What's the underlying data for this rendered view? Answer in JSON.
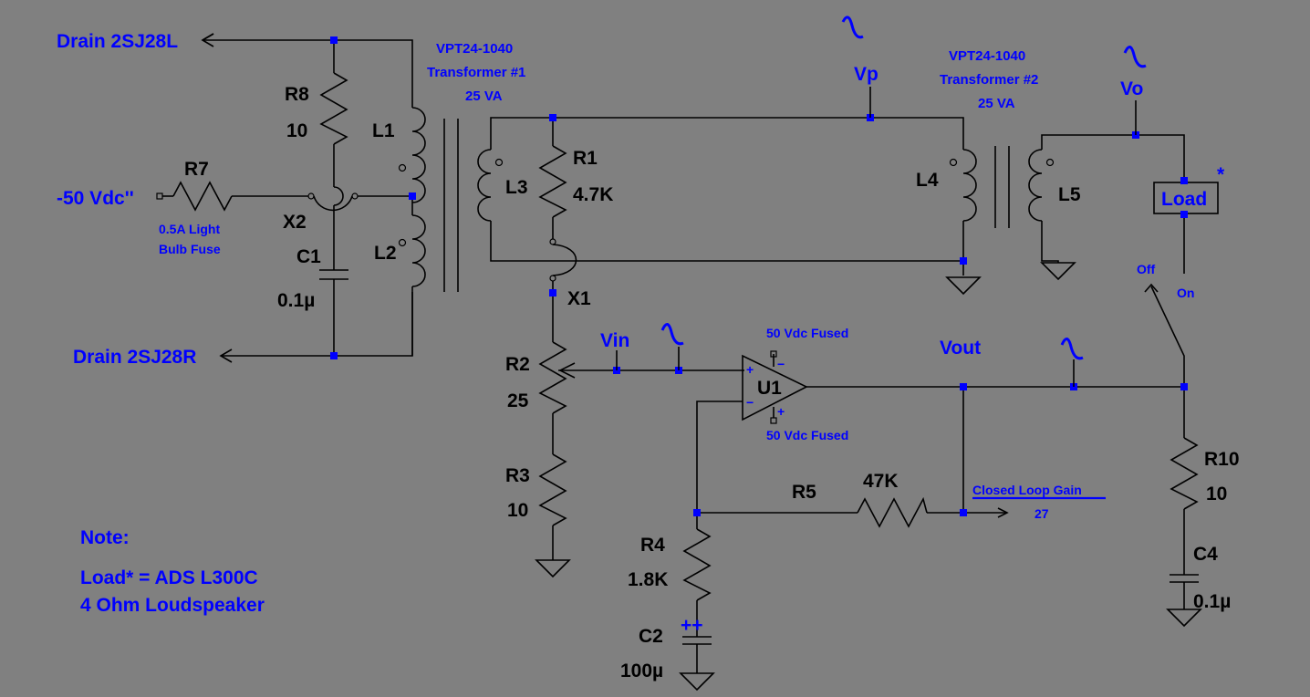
{
  "nets": {
    "drain_l": "Drain 2SJ28L",
    "drain_r": "Drain 2SJ28R",
    "supply": "-50 Vdc''",
    "vp": "Vp",
    "vo": "Vo",
    "vin": "Vin",
    "vout": "Vout"
  },
  "transformers": {
    "t1": {
      "part": "VPT24-1040",
      "name": "Transformer #1",
      "rating": "25 VA"
    },
    "t2": {
      "part": "VPT24-1040",
      "name": "Transformer #2",
      "rating": "25 VA"
    }
  },
  "components": {
    "R8": {
      "ref": "R8",
      "value": "10"
    },
    "R7": {
      "ref": "R7",
      "value": "0.5A Light",
      "value2": "Bulb Fuse"
    },
    "C1": {
      "ref": "C1",
      "value": "0.1µ"
    },
    "L1": {
      "ref": "L1"
    },
    "L2": {
      "ref": "L2"
    },
    "L3": {
      "ref": "L3"
    },
    "L4": {
      "ref": "L4"
    },
    "L5": {
      "ref": "L5"
    },
    "R1": {
      "ref": "R1",
      "value": "4.7K"
    },
    "X1": {
      "ref": "X1"
    },
    "X2": {
      "ref": "X2"
    },
    "R2": {
      "ref": "R2",
      "value": "25"
    },
    "R3": {
      "ref": "R3",
      "value": "10"
    },
    "U1": {
      "ref": "U1",
      "supply_top": "50 Vdc Fused",
      "supply_bottom": "50 Vdc Fused",
      "plus": "+",
      "minus": "−"
    },
    "R5": {
      "ref": "R5",
      "value": "47K"
    },
    "R4": {
      "ref": "R4",
      "value": "1.8K"
    },
    "C2": {
      "ref": "C2",
      "value": "100µ",
      "polarity": "++"
    },
    "R10": {
      "ref": "R10",
      "value": "10"
    },
    "C4": {
      "ref": "C4",
      "value": "0.1µ"
    },
    "Load": {
      "ref": "Load",
      "mark": "*"
    }
  },
  "switch": {
    "off": "Off",
    "on": "On"
  },
  "gain": {
    "label": "Closed Loop Gain",
    "value": "27"
  },
  "note": {
    "title": "Note:",
    "line1": "Load* = ADS L300C",
    "line2": "4 Ohm Loudspeaker"
  },
  "colors": {
    "background": "#808080",
    "wire": "#000000",
    "accent": "#0000ff"
  }
}
